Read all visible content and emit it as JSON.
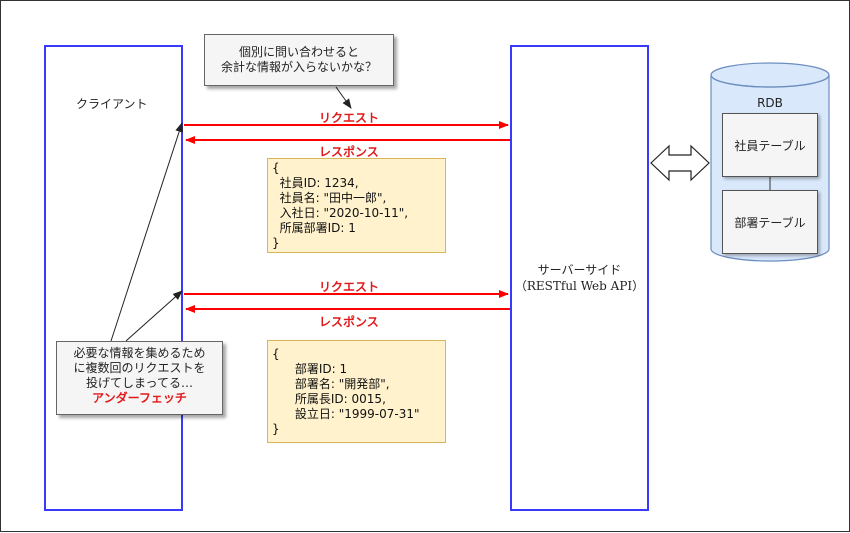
{
  "client": {
    "label": "クライアント"
  },
  "server": {
    "label_line1": "サーバーサイド",
    "label_line2": "（RESTful Web API）"
  },
  "database": {
    "label": "RDB",
    "tables": [
      "社員テーブル",
      "部署テーブル"
    ]
  },
  "top_callout": {
    "lines": [
      "個別に問い合わせると",
      "余計な情報が入らないかな？"
    ]
  },
  "bottom_callout": {
    "lines": [
      "必要な情報を集めるため",
      "に複数回のリクエストを",
      "投げてしまってる…"
    ],
    "highlight": "アンダーフェッチ"
  },
  "arrows": {
    "request1": "リクエスト",
    "response1": "レスポンス",
    "request2": "リクエスト",
    "response2": "レスポンス"
  },
  "json1": {
    "lines": [
      "{",
      "  社員ID: 1234,",
      "  社員名: \"田中一郎\",",
      "  入社日: \"2020-10-11\",",
      "  所属部署ID: 1",
      "}"
    ]
  },
  "json2": {
    "lines": [
      "{",
      "      部署ID: 1",
      "      部署名: \"開発部\",",
      "      所属長ID: 0015,",
      "      設立日: \"1999-07-31\"",
      "}"
    ]
  },
  "colors": {
    "request_arrow": "#ff0000",
    "column_border": "#3a3aff",
    "json_fill": "#fff2cc",
    "db_fill": "#dae8fc"
  }
}
